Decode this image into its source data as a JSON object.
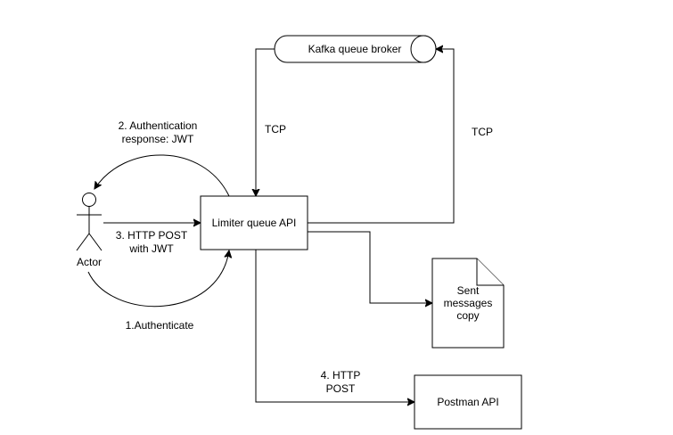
{
  "nodes": {
    "kafka": {
      "label": "Kafka queue broker"
    },
    "limiter": {
      "label": "Limiter queue API"
    },
    "actor": {
      "label": "Actor"
    },
    "sent_copy": {
      "lines": [
        "Sent",
        "messages",
        "copy"
      ]
    },
    "postman": {
      "label": "Postman API"
    }
  },
  "edges": {
    "auth_request": {
      "label": "1.Authenticate"
    },
    "auth_response": {
      "lines": [
        "2. Authentication",
        "response: JWT"
      ]
    },
    "http_post_jwt": {
      "lines": [
        "3. HTTP POST",
        "with JWT"
      ]
    },
    "http_post_postman": {
      "lines": [
        "4. HTTP",
        "POST"
      ]
    },
    "tcp_left": {
      "label": "TCP"
    },
    "tcp_right": {
      "label": "TCP"
    }
  },
  "colors": {
    "stroke": "#000000",
    "fill": "#ffffff",
    "text": "#000000"
  }
}
